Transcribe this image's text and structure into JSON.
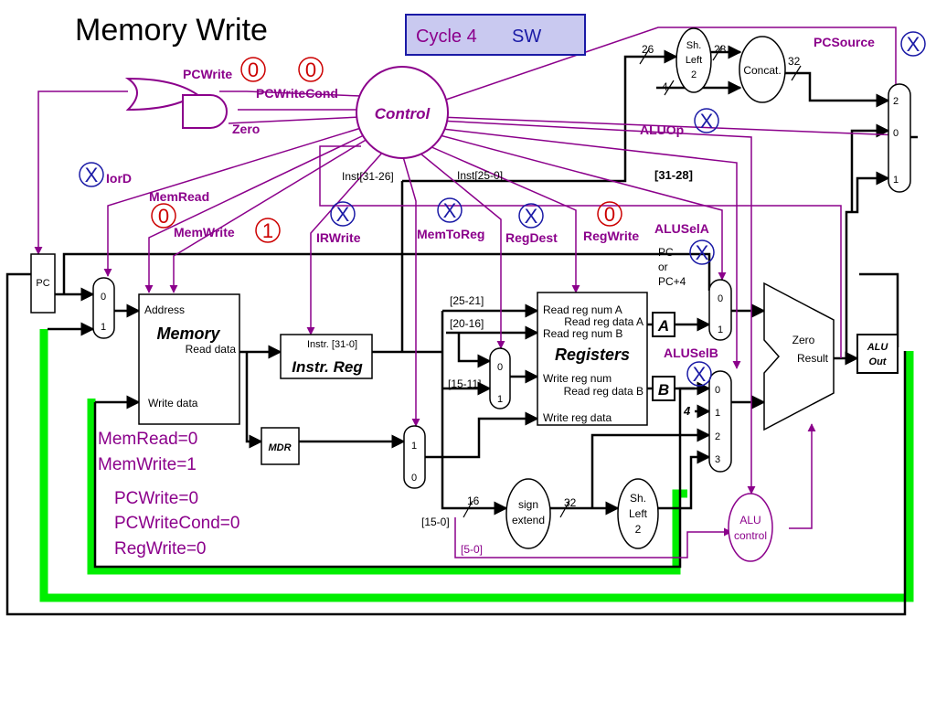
{
  "title": "Memory Write",
  "cycle_box": {
    "cycle": "Cycle 4",
    "instr": "SW"
  },
  "control": {
    "label": "Control"
  },
  "signals": {
    "pcwrite": "PCWrite",
    "pcwritecond": "PCWriteCond",
    "zero": "Zero",
    "iord": "IorD",
    "memread": "MemRead",
    "memwrite": "MemWrite",
    "irwrite": "IRWrite",
    "memtoreg": "MemToReg",
    "regdest": "RegDest",
    "regwrite": "RegWrite",
    "alusela": "ALUSelA",
    "aluselb": "ALUSelB",
    "aluop": "ALUOp",
    "pcsource": "PCSource"
  },
  "values": {
    "pcwrite": "0",
    "pcwritecond": "0",
    "iord": "X",
    "memread": "0",
    "memwrite": "1",
    "irwrite": "X",
    "memtoreg": "X",
    "regdest": "X",
    "regwrite": "0",
    "alusela": "X",
    "aluselb": "X",
    "aluop": "X",
    "pcsource": "X"
  },
  "blocks": {
    "pc": "PC",
    "memory": {
      "address": "Address",
      "title": "Memory",
      "read_data": "Read data",
      "write_data": "Write data"
    },
    "ir": {
      "top": "Instr. [31-0]",
      "title": "Instr. Reg"
    },
    "mdr": "MDR",
    "registers": {
      "rrA": "Read reg num A",
      "rdA": "Read reg data A",
      "rrB": "Read reg num B",
      "title": "Registers",
      "wrn": "Write reg num",
      "rdB": "Read reg data B",
      "wrd": "Write reg data"
    },
    "a": "A",
    "b": "B",
    "alu": {
      "zero": "Zero",
      "result": "Result"
    },
    "aluout": {
      "l1": "ALU",
      "l2": "Out"
    },
    "sign_extend": {
      "l1": "sign",
      "l2": "extend"
    },
    "shl2_bottom": {
      "l1": "Sh.",
      "l2": "Left",
      "l3": "2"
    },
    "shl2_top": {
      "l1": "Sh.",
      "l2": "Left",
      "l3": "2"
    },
    "concat": "Concat.",
    "alu_control": {
      "l1": "ALU",
      "l2": "control"
    },
    "pc_or_pc4": {
      "l1": "PC",
      "l2": "or",
      "l3": "PC+4"
    }
  },
  "mux": {
    "zero": "0",
    "one": "1",
    "two": "2",
    "three": "3"
  },
  "bus_labels": {
    "inst31_26": "Inst[31-26]",
    "inst25_0": "Inst[25-0]",
    "b25_21": "[25-21]",
    "b20_16": "[20-16]",
    "b15_11": "[15-11]",
    "b15_0": "[15-0]",
    "b5_0": "[5-0]",
    "b31_28": "[31-28]",
    "w16": "16",
    "w32": "32",
    "w26": "26",
    "w28": "28",
    "w32b": "32",
    "w4": "4",
    "const4": "4"
  },
  "summary": [
    "MemRead=0",
    "MemWrite=1",
    "PCWrite=0",
    "PCWriteCond=0",
    "RegWrite=0"
  ],
  "colors": {
    "control": "#8b008b",
    "highlight": "#00ee00",
    "value_red": "#cc0000",
    "value_blue": "#1a1aa6",
    "cycle_box_fill": "#c9c9f0"
  }
}
